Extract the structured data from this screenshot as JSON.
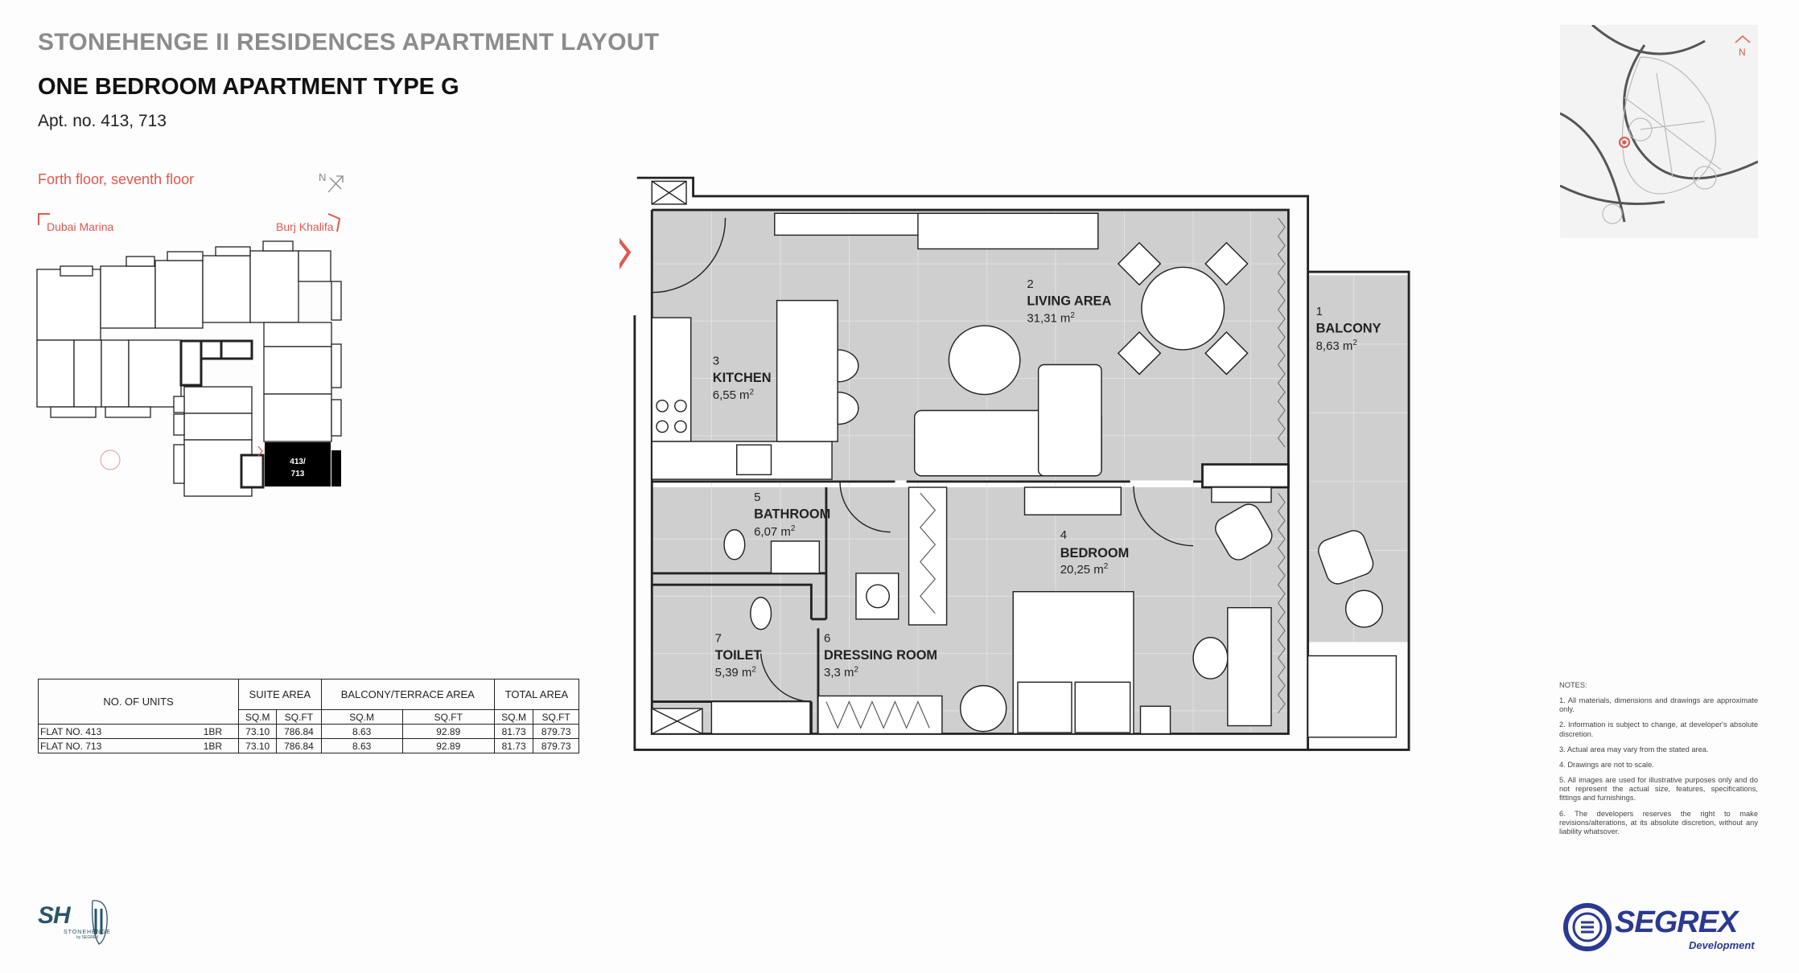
{
  "header": {
    "project_title": "STONEHENGE II RESIDENCES APARTMENT LAYOUT",
    "apartment_type": "ONE BEDROOM APARTMENT TYPE G",
    "apt_numbers": "Apt. no. 413, 713"
  },
  "keyplan": {
    "floors": "Forth floor, seventh floor",
    "north": "N",
    "left_direction": "Dubai Marina",
    "right_direction": "Burj Khalifa",
    "unit_label_1": "413/",
    "unit_label_2": "713"
  },
  "rooms": [
    {
      "num": "1",
      "name": "BALCONY",
      "area": "8,63 m",
      "sup": "2"
    },
    {
      "num": "2",
      "name": "LIVING AREA",
      "area": "31,31 m",
      "sup": "2"
    },
    {
      "num": "3",
      "name": "KITCHEN",
      "area": "6,55 m",
      "sup": "2"
    },
    {
      "num": "4",
      "name": "BEDROOM",
      "area": "20,25 m",
      "sup": "2"
    },
    {
      "num": "5",
      "name": "BATHROOM",
      "area": "6,07 m",
      "sup": "2"
    },
    {
      "num": "6",
      "name": "DRESSING ROOM",
      "area": "3,3 m",
      "sup": "2"
    },
    {
      "num": "7",
      "name": "TOILET",
      "area": "5,39 m",
      "sup": "2"
    }
  ],
  "map": {
    "north": "N"
  },
  "table": {
    "headers": {
      "units": "NO. OF UNITS",
      "suite": "SUITE AREA",
      "balcony": "BALCONY/TERRACE AREA",
      "total": "TOTAL AREA"
    },
    "sub": [
      "SQ.M",
      "SQ.FT",
      "SQ.M",
      "SQ.FT",
      "SQ.M",
      "SQ.FT"
    ],
    "rows": [
      {
        "flat": "FLAT NO. 413",
        "type": "1BR",
        "v": [
          "73.10",
          "786.84",
          "8.63",
          "92.89",
          "81.73",
          "879.73"
        ]
      },
      {
        "flat": "FLAT NO. 713",
        "type": "1BR",
        "v": [
          "73.10",
          "786.84",
          "8.63",
          "92.89",
          "81.73",
          "879.73"
        ]
      }
    ]
  },
  "notes": {
    "title": "NOTES:",
    "items": [
      "1. All materials, dimensions and drawings are approximate only.",
      "2. Information is subject to change, at developer's absolute discretion.",
      "3. Actual area may vary from the stated area.",
      "4. Drawings are not to scale.",
      "5. All images are used for illustrative purposes only and do not represent the actual size, features, specifications, fittings and furnishings.",
      "6. The developers reserves the right to make revisions/alterations, at its absolute discretion, without any liability whatsover."
    ]
  },
  "logos": {
    "left_main": "SH",
    "left_sub": "STONEHENGE",
    "left_by": "by SEGREX",
    "right_main": "SEGREX",
    "right_sub": "Development"
  },
  "colors": {
    "accent": "#e0574e",
    "floor": "#cfcfcf",
    "brand_blue": "#2b3990",
    "brand_teal": "#2b5566"
  }
}
